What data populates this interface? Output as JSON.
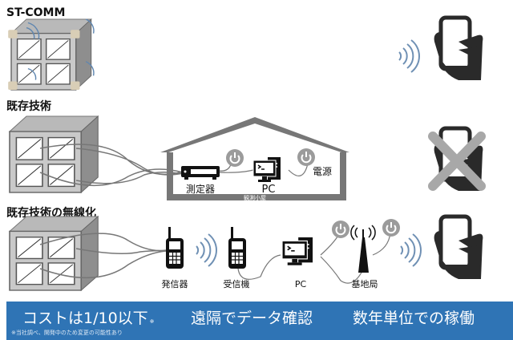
{
  "sections": {
    "st_comm": {
      "title": "ST-COMM"
    },
    "existing": {
      "title": "既存技術"
    },
    "wireless": {
      "title": "既存技術の無線化"
    }
  },
  "hut": {
    "label": "観測小屋",
    "device_label": "測定器",
    "pc_label": "PC",
    "power_label": "電源"
  },
  "wireless_chain": {
    "transmitter": "発信器",
    "receiver": "受信機",
    "pc": "PC",
    "base_station": "基地局"
  },
  "banner": {
    "point1": "コストは1/10以下",
    "point1_mark": "※",
    "point2": "遠隔でデータ確認",
    "point3": "数年単位での稼働",
    "footnote": "※当社調べ、開発中のため変更の可能性あり"
  },
  "colors": {
    "banner": "#2f74b5",
    "wave": "#6f90b4",
    "power": "#9b9b9b"
  }
}
